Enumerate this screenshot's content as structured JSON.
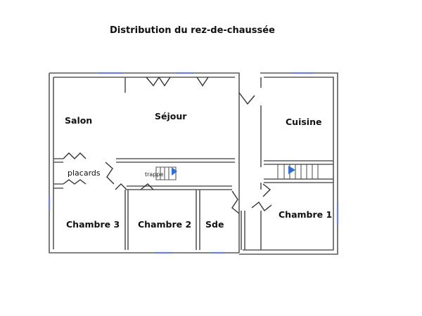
{
  "title": "Distribution du rez-de-chaussée",
  "rooms": {
    "salon": "Salon",
    "sejour": "Séjour",
    "cuisine": "Cuisine",
    "placards": "placards",
    "trappe": "trappe",
    "chambre3": "Chambre 3",
    "chambre2": "Chambre 2",
    "sde": "Sde",
    "chambre1": "Chambre 1"
  },
  "colors": {
    "wall": "#5a5a5a",
    "window": "#6b7fd6",
    "stair_arrow": "#2f6fd0"
  }
}
